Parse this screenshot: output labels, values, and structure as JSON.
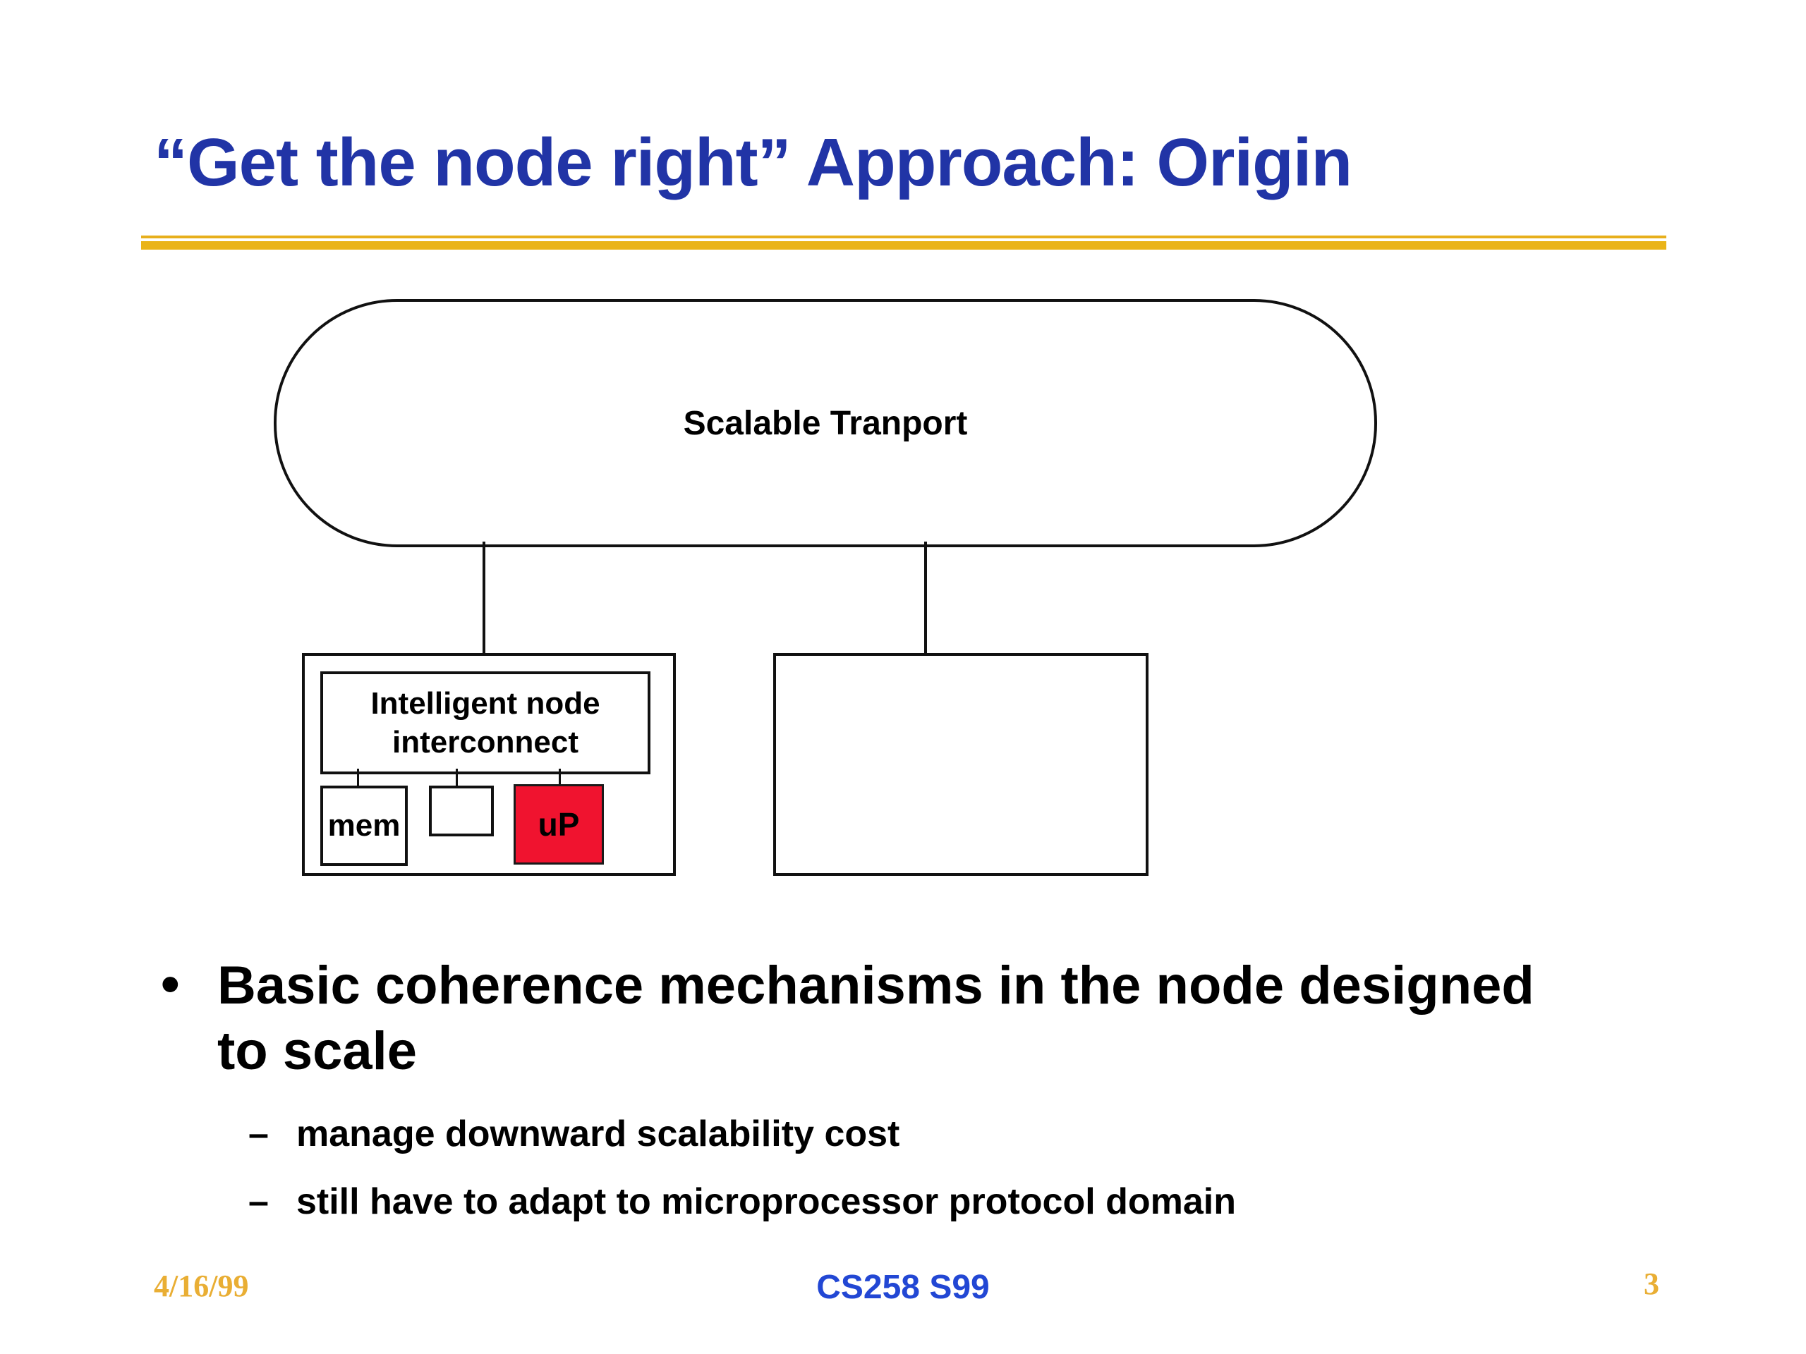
{
  "slide": {
    "title": "“Get the node right” Approach: Origin",
    "diagram": {
      "transport_label": "Scalable Tranport",
      "interconnect_label": "Intelligent node interconnect",
      "mem_label": "mem",
      "up_label": "uP"
    },
    "bullets": {
      "marker": "•",
      "main": "Basic coherence mechanisms in the node designed to scale",
      "sub_marker": "–",
      "sub": [
        "manage downward scalability cost",
        "still have to adapt to microprocessor protocol domain"
      ]
    },
    "footer": {
      "date": "4/16/99",
      "course": "CS258 S99",
      "page": "3"
    },
    "colors": {
      "title_blue": "#2134A6",
      "footer_blue": "#2247D4",
      "rule_gold": "#EAB418",
      "footer_gold": "#E9AE34",
      "up_red": "#F0132F",
      "line_black": "#111111"
    }
  }
}
